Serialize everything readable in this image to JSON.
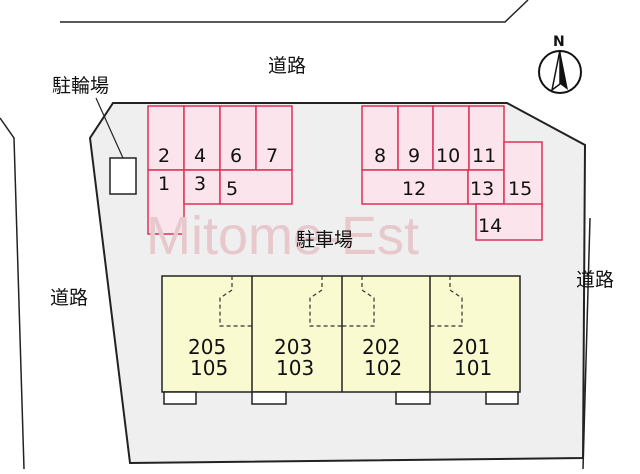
{
  "labels": {
    "road_top": "道路",
    "road_left": "道路",
    "road_right": "道路",
    "bicycle_parking": "駐輪場",
    "parking_lot": "駐車場",
    "watermark": "Mitome-Est",
    "north": "N"
  },
  "parking_spaces": {
    "s1": "1",
    "s2": "2",
    "s3": "3",
    "s4": "4",
    "s5": "5",
    "s6": "6",
    "s7": "7",
    "s8": "8",
    "s9": "9",
    "s10": "10",
    "s11": "11",
    "s12": "12",
    "s13": "13",
    "s14": "14",
    "s15": "15"
  },
  "units": [
    {
      "upper": "205",
      "lower": "105"
    },
    {
      "upper": "203",
      "lower": "103"
    },
    {
      "upper": "202",
      "lower": "102"
    },
    {
      "upper": "201",
      "lower": "101"
    }
  ],
  "colors": {
    "lot_fill": "#efefef",
    "parking_fill": "#fbe4ec",
    "parking_stroke": "#e0305a",
    "building_fill": "#fafad0",
    "line": "#222222"
  }
}
